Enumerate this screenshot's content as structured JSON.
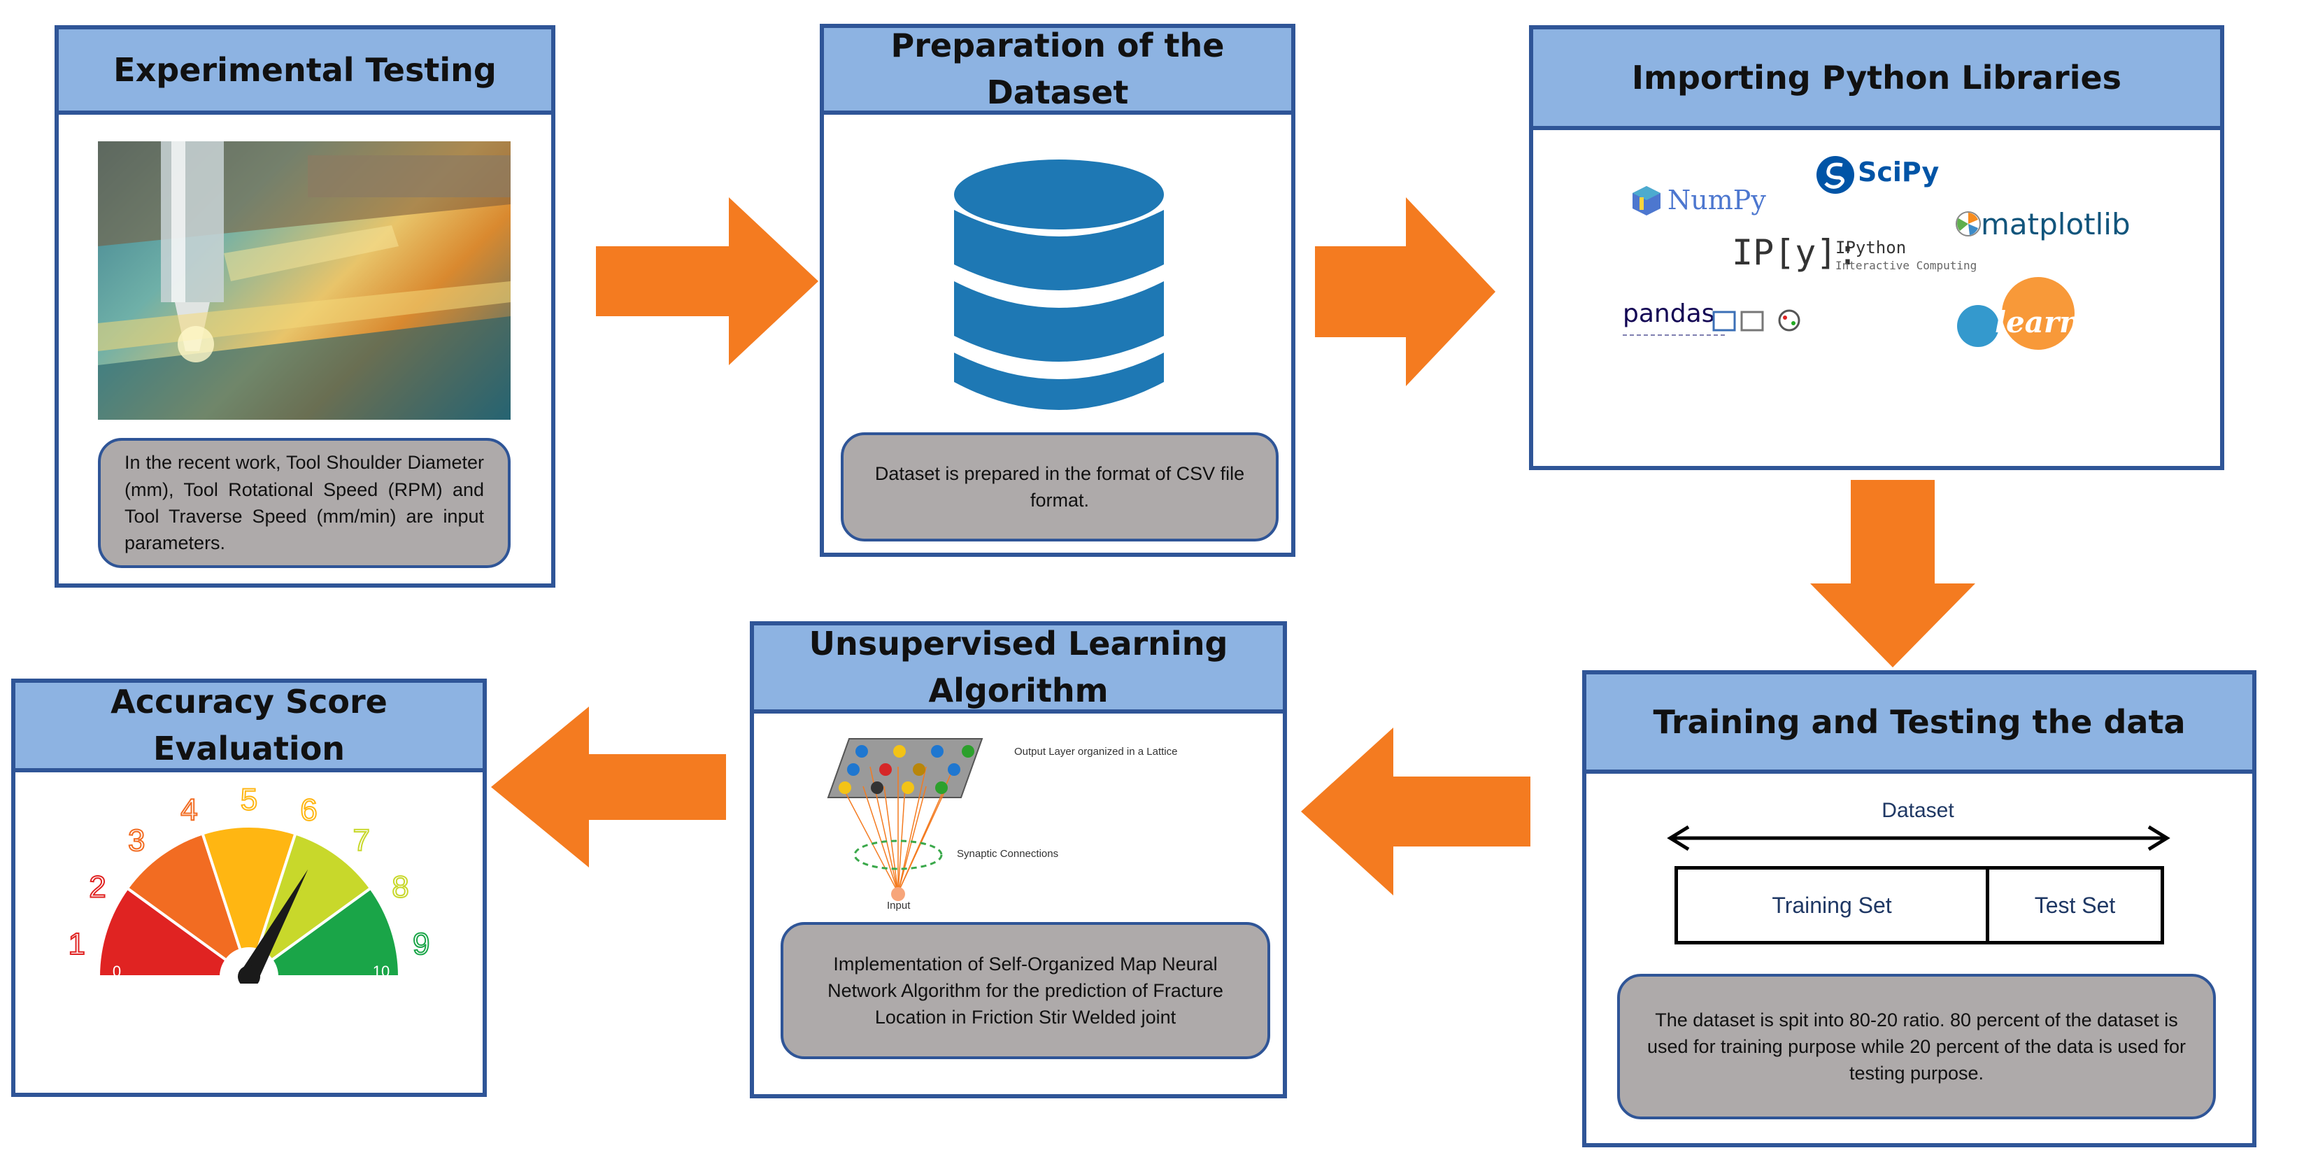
{
  "panels": {
    "experimental": {
      "title": "Experimental Testing",
      "description": "In the recent work, Tool Shoulder Diameter (mm), Tool Rotational Speed (RPM) and Tool Traverse Speed (mm/min) are input parameters."
    },
    "dataset": {
      "title": "Preparation of the Dataset",
      "description": "Dataset is prepared in the format of CSV file format."
    },
    "libraries": {
      "title": "Importing Python Libraries",
      "logos": {
        "numpy": "NumPy",
        "scipy": "SciPy",
        "matplotlib": "matplotlib",
        "ipython_mark": "IP[y]:",
        "ipython_name": "IPython",
        "ipython_sub": "Interactive Computing",
        "pandas": "pandas",
        "sklearn": "learn"
      }
    },
    "training": {
      "title": "Training and Testing the data",
      "dataset_label": "Dataset",
      "training_set": "Training Set",
      "test_set": "Test Set",
      "description": "The dataset is spit into 80-20 ratio. 80 percent of the dataset is used for training purpose while 20 percent of the data is used for testing purpose."
    },
    "unsupervised": {
      "title": "Unsupervised Learning Algorithm",
      "output_layer_label": "Output Layer organized in a Lattice",
      "synaptic_label": "Synaptic Connections",
      "input_label": "Input",
      "description": "Implementation of Self-Organized Map Neural Network Algorithm for the prediction of Fracture Location in Friction Stir Welded joint"
    },
    "accuracy": {
      "title": "Accuracy Score Evaluation",
      "gauge": {
        "labels": [
          "0",
          "1",
          "2",
          "3",
          "4",
          "5",
          "6",
          "7",
          "8",
          "9",
          "10"
        ],
        "needle_value": 6.6,
        "segment_colors": [
          "#e02322",
          "#f26c22",
          "#ffb612",
          "#c8d82b",
          "#1aa548"
        ]
      }
    }
  },
  "colors": {
    "border": "#2f5597",
    "header": "#8db3e2",
    "description_bg": "#aeaaaa",
    "arrow": "#f47b20"
  }
}
